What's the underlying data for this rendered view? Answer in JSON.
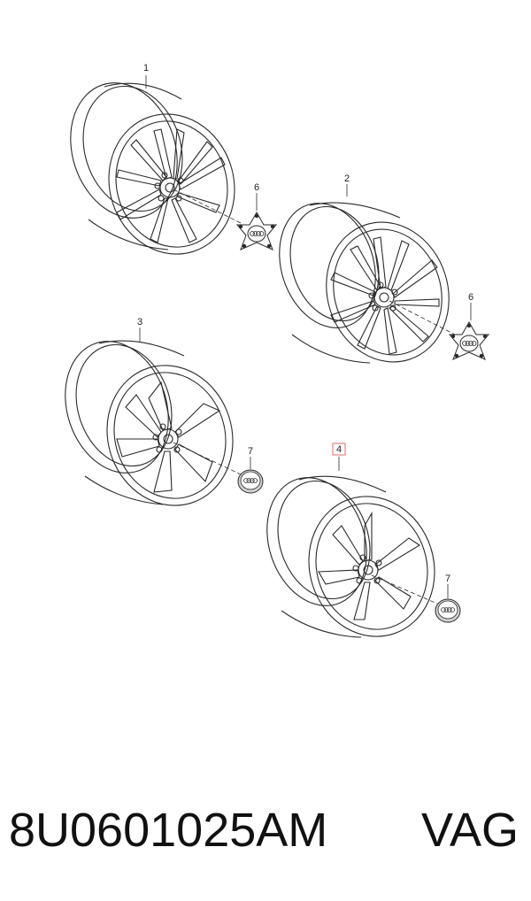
{
  "diagram": {
    "callouts": [
      {
        "id": "1",
        "highlighted": false
      },
      {
        "id": "2",
        "highlighted": false
      },
      {
        "id": "3",
        "highlighted": false
      },
      {
        "id": "4",
        "highlighted": true
      },
      {
        "id": "6",
        "highlighted": false
      },
      {
        "id": "6",
        "highlighted": false
      },
      {
        "id": "7",
        "highlighted": false
      },
      {
        "id": "7",
        "highlighted": false
      }
    ],
    "parts": [
      {
        "kind": "alloy-wheel",
        "callout": "1"
      },
      {
        "kind": "alloy-wheel",
        "callout": "2"
      },
      {
        "kind": "alloy-wheel",
        "callout": "3"
      },
      {
        "kind": "alloy-wheel",
        "callout": "4"
      },
      {
        "kind": "star-center-cap",
        "callout": "6"
      },
      {
        "kind": "star-center-cap",
        "callout": "6"
      },
      {
        "kind": "round-center-cap",
        "callout": "7"
      },
      {
        "kind": "round-center-cap",
        "callout": "7"
      }
    ],
    "colors": {
      "line": "#2a2a2a",
      "highlight": "#e06a6a"
    }
  },
  "footer": {
    "part_number": "8U0601025AM",
    "brand": "VAG"
  }
}
